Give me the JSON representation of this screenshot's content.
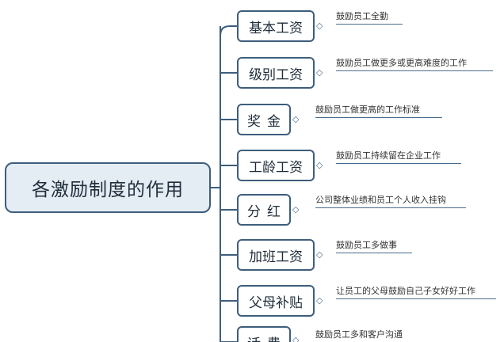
{
  "diagram": {
    "central": "各激励制度的作用",
    "connector_glyph": "◇",
    "branches": [
      {
        "label": "基本工资",
        "note": "鼓励员工全勤"
      },
      {
        "label": "级别工资",
        "note": "鼓励员工做更多或更高难度的工作"
      },
      {
        "label": "奖金",
        "note": "鼓励员工做更高的工作标准"
      },
      {
        "label": "工龄工资",
        "note": "鼓励员工持续留在企业工作"
      },
      {
        "label": "分红",
        "note": "公司整体业绩和员工个人收入挂钩"
      },
      {
        "label": "加班工资",
        "note": "鼓励员工多做事"
      },
      {
        "label": "父母补贴",
        "note": "让员工的父母鼓励自己子女好好工作"
      },
      {
        "label": "话费",
        "note": "鼓励员工多和客户沟通"
      }
    ],
    "colors": {
      "line": "#3e5e7c",
      "central_fill": "#e4ecf4",
      "note_underline": "#4a6c8c"
    }
  }
}
